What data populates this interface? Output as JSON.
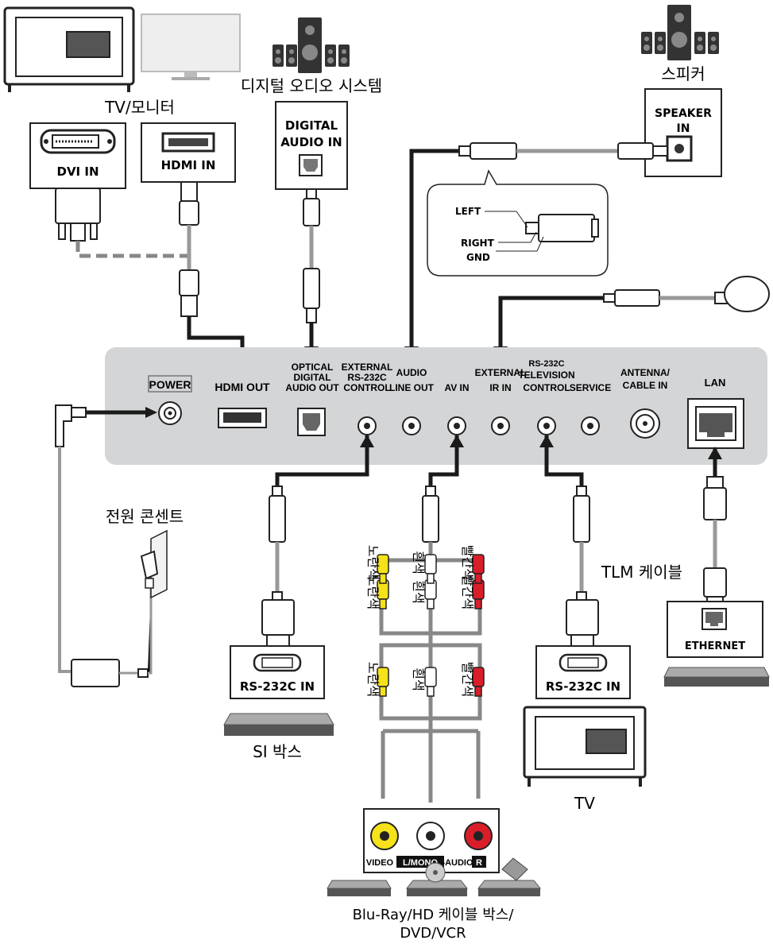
{
  "devices": {
    "tv_monitor": "TV/모니터",
    "digital_audio_system": "디지털 오디오 시스템",
    "speaker": "스피커",
    "power_outlet": "전원 콘센트",
    "si_box": "SI 박스",
    "tlm_cable": "TLM 케이블",
    "tv": "TV",
    "source_line1": "Blu-Ray/HD 케이블 박스/",
    "source_line2": "DVD/VCR"
  },
  "device_ports": {
    "dvi_in": "DVI IN",
    "hdmi_in": "HDMI IN",
    "digital_audio_in_1": "DIGITAL",
    "digital_audio_in_2": "AUDIO IN",
    "speaker_in_1": "SPEAKER",
    "speaker_in_2": "IN",
    "rs232c_in": "RS-232C IN",
    "ethernet": "ETHERNET",
    "video": "VIDEO",
    "l_mono": "L/MONO",
    "audio": "-AUDIO",
    "r": "R"
  },
  "jack_detail": {
    "left": "LEFT",
    "right": "RIGHT",
    "gnd": "GND"
  },
  "panel_ports": {
    "power": "POWER",
    "hdmi_out": "HDMI OUT",
    "optical_1": "OPTICAL",
    "optical_2": "DIGITAL",
    "optical_3": "AUDIO OUT",
    "ext_rs_1": "EXTERNAL",
    "ext_rs_2": "RS-232C",
    "ext_rs_3": "CONTROL",
    "audio_line_1": "AUDIO",
    "audio_line_2": "LINE OUT",
    "av_in": "AV IN",
    "ext_ir_1": "EXTERNAL",
    "ext_ir_2": "IR IN",
    "rs_tv_1": "RS-232C",
    "rs_tv_2": "TELEVISION",
    "rs_tv_3": "CONTROL",
    "service": "SERVICE",
    "antenna_1": "ANTENNA/",
    "antenna_2": "CABLE IN",
    "lan": "LAN"
  },
  "rca_colors": {
    "yellow_label": "노란색",
    "white_label": "흰색",
    "red_label": "빨간색"
  },
  "colors": {
    "panel": "#d4d5d7",
    "cable_black": "#1a1a1a",
    "cable_gray": "#9a9a9a",
    "yellow": "#f5e21a",
    "red": "#d91e2a"
  }
}
